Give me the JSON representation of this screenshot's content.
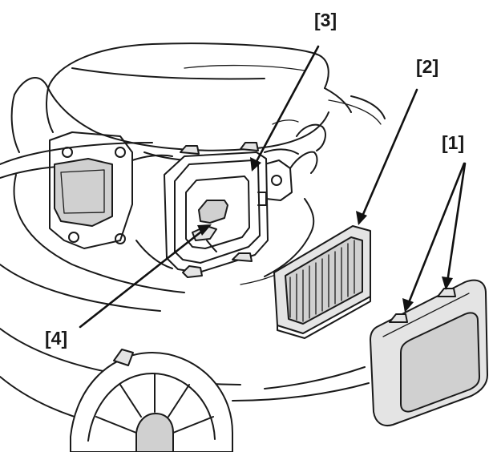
{
  "callouts": {
    "one": "[1]",
    "two": "[2]",
    "three": "[3]",
    "four": "[4]"
  },
  "colors": {
    "line": "#1a1a1a",
    "part_fill": "#d0d0d0",
    "background": "#ffffff"
  }
}
